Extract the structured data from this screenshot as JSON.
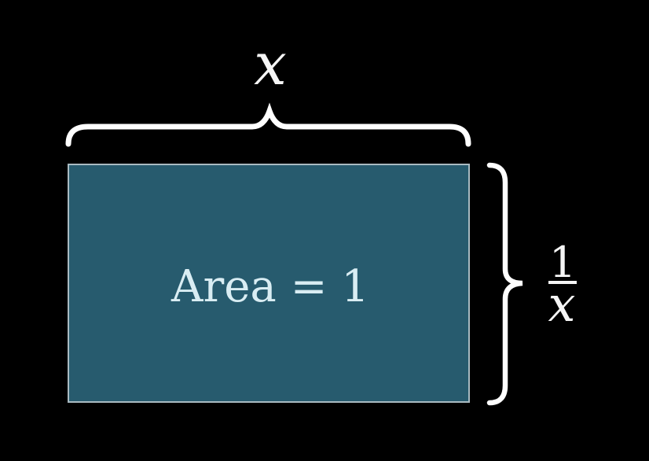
{
  "diagram": {
    "labels": {
      "area": "Area = 1",
      "width": "x",
      "fraction_numerator": "1",
      "fraction_denominator": "x"
    },
    "colors": {
      "background": "#000000",
      "rect_fill": "#275b6e",
      "rect_border": "#a9bac1",
      "area_text": "#d9edf3",
      "brace": "#ffffff",
      "label_text": "#f5f5f5"
    }
  }
}
